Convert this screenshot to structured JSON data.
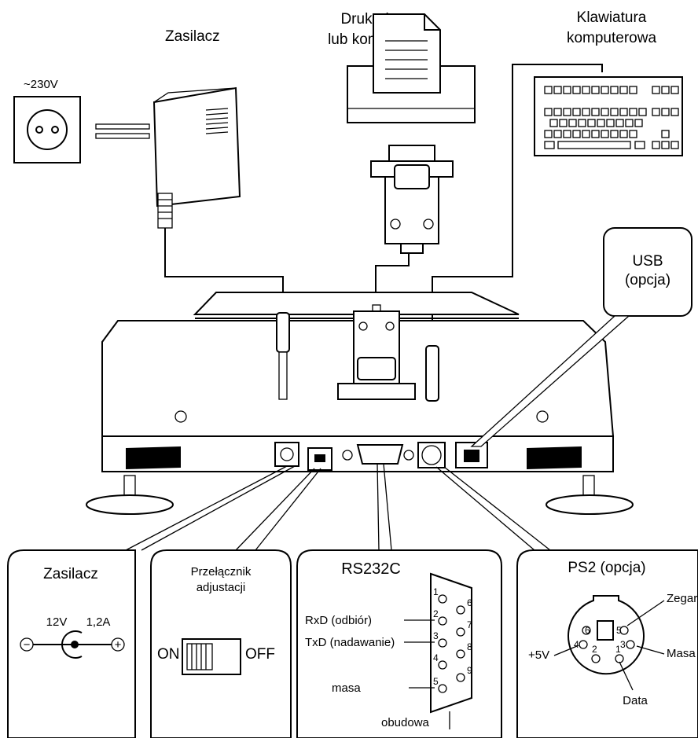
{
  "labels": {
    "zasilacz_top": "Zasilacz",
    "voltage": "~230V",
    "printer_line1": "Drukarka",
    "printer_line2": "lub komputer",
    "keyboard_line1": "Klawiatura",
    "keyboard_line2": "komputerowa",
    "usb_line1": "USB",
    "usb_line2": "(opcja)"
  },
  "panels": {
    "zasilacz": {
      "title": "Zasilacz",
      "voltage": "12V",
      "current": "1,2A",
      "minus": "−",
      "plus": "+"
    },
    "switch": {
      "title_line1": "Przełącznik",
      "title_line2": "adjustacji",
      "on": "ON",
      "off": "OFF"
    },
    "rs232": {
      "title": "RS232C",
      "rxd": "RxD (odbiór)",
      "txd": "TxD (nadawanie)",
      "masa": "masa",
      "obudowa": "obudowa",
      "pins": [
        "1",
        "2",
        "3",
        "4",
        "5",
        "6",
        "7",
        "8",
        "9"
      ]
    },
    "ps2": {
      "title": "PS2 (opcja)",
      "zegar": "Zegar",
      "masa": "Masa",
      "plus5v": "+5V",
      "data": "Data",
      "pins": [
        "1",
        "2",
        "3",
        "4",
        "5",
        "6"
      ]
    }
  }
}
